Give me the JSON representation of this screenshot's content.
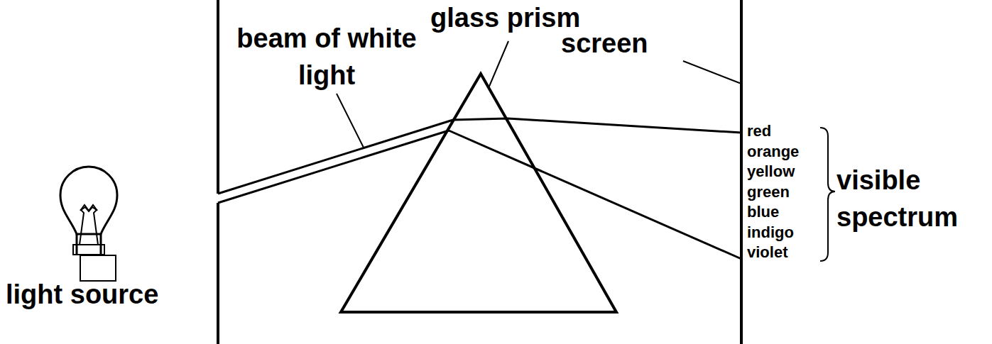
{
  "diagram": {
    "labels": [
      "beam of white light",
      "glass prism",
      "screen",
      "red",
      "orange",
      "yellow",
      "green",
      "blue",
      "indigo",
      "violet",
      "visible spectrum",
      "light source"
    ]
  }
}
